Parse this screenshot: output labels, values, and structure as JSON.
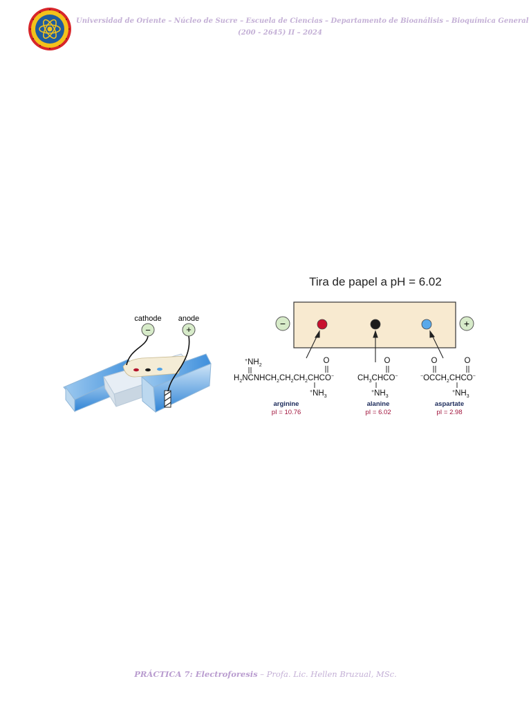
{
  "header": {
    "line1": "Universidad de Oriente – Núcleo de Sucre – Escuela de Ciencias – Departamento de Bioanálisis – Bioquímica General",
    "line2": "(200 - 2645)  II – 2024"
  },
  "apparatus": {
    "cathode_label": "cathode",
    "anode_label": "anode",
    "cathode_sign": "−",
    "anode_sign": "+"
  },
  "strip": {
    "title": "Tira de papel a pH = 6.02",
    "left_sign": "−",
    "right_sign": "+",
    "dot_colors": [
      "#c8102e",
      "#1c1c1c",
      "#5aa9ea"
    ]
  },
  "amino_acids": [
    {
      "name": "arginine",
      "pi": "pI = 10.76",
      "top_group": "+NH2",
      "chain": "H2NCNHCH2CH2CH2CHCO−",
      "carbonyl": "O",
      "amine": "+NH3"
    },
    {
      "name": "alanine",
      "pi": "pI = 6.02",
      "chain": "CH3CHCO−",
      "carbonyl": "O",
      "amine": "+NH3"
    },
    {
      "name": "aspartate",
      "pi": "pI = 2.98",
      "chain": "−OCCH2CHCO−",
      "carbonyl_1": "O",
      "carbonyl_2": "O",
      "amine": "+NH3"
    }
  ],
  "footer": {
    "label": "PRÁCTICA 7: Electroforesis",
    "author": " – Profa. Lic. Hellen Bruzual, MSc."
  }
}
